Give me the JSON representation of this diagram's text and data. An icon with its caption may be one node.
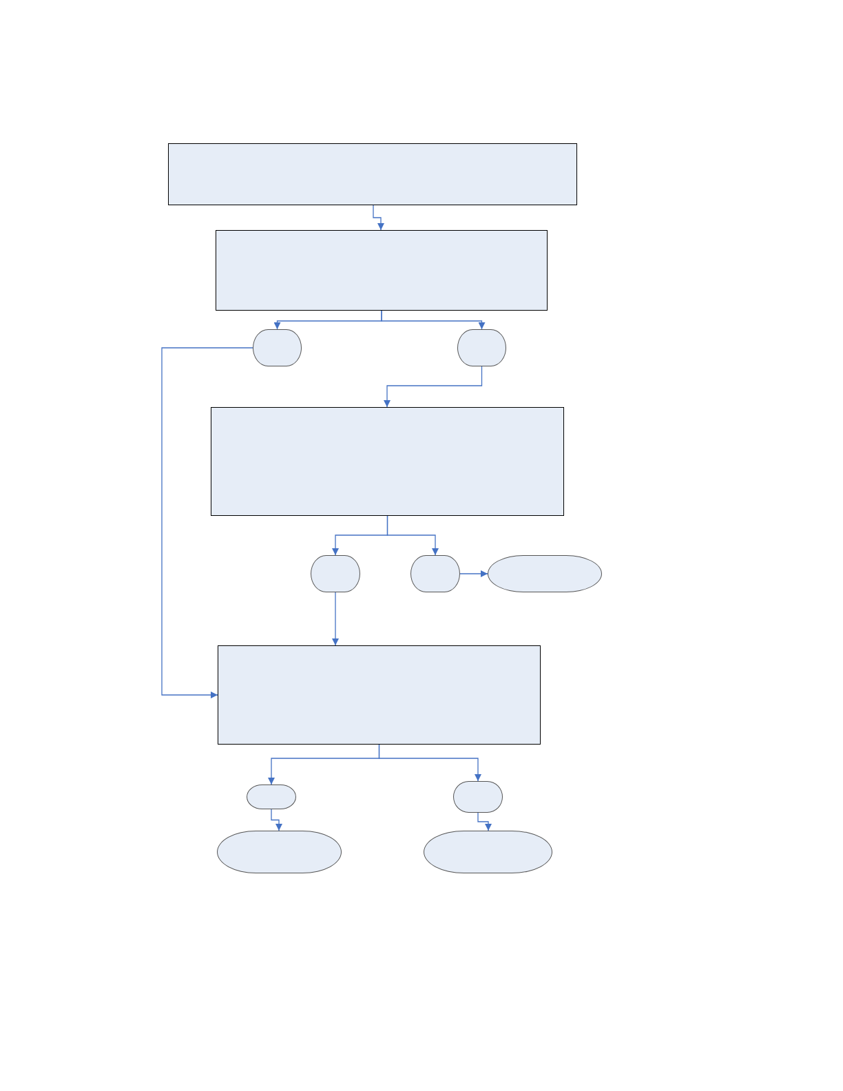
{
  "diagram": {
    "nodes": [
      {
        "text": [],
        "shape": "box"
      },
      {
        "text": [],
        "shape": "box"
      },
      {
        "text": [],
        "shape": "pill"
      },
      {
        "text": [],
        "shape": "pill"
      },
      {
        "text": [],
        "shape": "box"
      },
      {
        "text": [],
        "shape": "pill"
      },
      {
        "text": [],
        "shape": "pill"
      },
      {
        "text": [],
        "shape": "pill"
      },
      {
        "text": [],
        "shape": "box"
      },
      {
        "text": [],
        "shape": "pill"
      },
      {
        "text": [],
        "shape": "pill"
      },
      {
        "text": [],
        "shape": "pill"
      },
      {
        "text": [],
        "shape": "pill"
      }
    ],
    "edges": [
      {
        "from": 0,
        "to": 1,
        "arrow": "to"
      },
      {
        "from": 1,
        "to": 2,
        "arrow": "to"
      },
      {
        "from": 1,
        "to": 3,
        "arrow": "to"
      },
      {
        "from": 3,
        "to": 4,
        "arrow": "to"
      },
      {
        "from": 2,
        "to": 8,
        "arrow": "to"
      },
      {
        "from": 4,
        "to": 5,
        "arrow": "to"
      },
      {
        "from": 4,
        "to": 6,
        "arrow": "to"
      },
      {
        "from": 6,
        "to": 7,
        "arrow": "to"
      },
      {
        "from": 5,
        "to": 8,
        "arrow": "to"
      },
      {
        "from": 8,
        "to": 9,
        "arrow": "to"
      },
      {
        "from": 8,
        "to": 10,
        "arrow": "to"
      },
      {
        "from": 9,
        "to": 11,
        "arrow": "to"
      },
      {
        "from": 10,
        "to": 12,
        "arrow": "to"
      }
    ]
  }
}
